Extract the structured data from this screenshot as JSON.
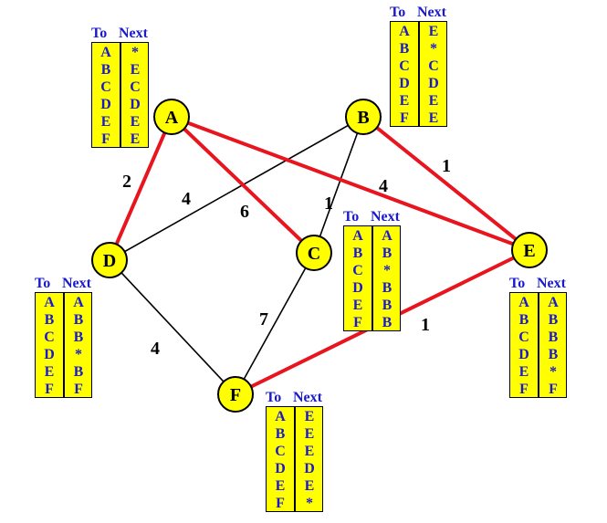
{
  "nodes": [
    {
      "id": "A",
      "label": "A"
    },
    {
      "id": "B",
      "label": "B"
    },
    {
      "id": "C",
      "label": "C"
    },
    {
      "id": "D",
      "label": "D"
    },
    {
      "id": "E",
      "label": "E"
    },
    {
      "id": "F",
      "label": "F"
    }
  ],
  "edges": [
    {
      "from": "A",
      "to": "D",
      "weight": "2",
      "highlighted": true
    },
    {
      "from": "A",
      "to": "C",
      "weight": "6",
      "highlighted": true
    },
    {
      "from": "A",
      "to": "E",
      "weight": "4",
      "highlighted": true
    },
    {
      "from": "B",
      "to": "E",
      "weight": "1",
      "highlighted": true
    },
    {
      "from": "B",
      "to": "D",
      "weight": "4",
      "highlighted": false
    },
    {
      "from": "B",
      "to": "C",
      "weight": "1",
      "highlighted": false
    },
    {
      "from": "D",
      "to": "F",
      "weight": "4",
      "highlighted": false
    },
    {
      "from": "C",
      "to": "F",
      "weight": "7",
      "highlighted": false
    },
    {
      "from": "F",
      "to": "E",
      "weight": "1",
      "highlighted": true
    }
  ],
  "colors": {
    "node_fill": "#ffff00",
    "highlight_edge": "#e8141e",
    "normal_edge": "#000000",
    "table_text": "#1a1acc",
    "table_fill": "#ffff00"
  },
  "table_header": {
    "to": "To",
    "next": "Next"
  },
  "routing_tables": [
    {
      "node": "A",
      "to": [
        "A",
        "B",
        "C",
        "D",
        "E",
        "F"
      ],
      "next": [
        "*",
        "E",
        "C",
        "D",
        "E",
        "E"
      ]
    },
    {
      "node": "B",
      "to": [
        "A",
        "B",
        "C",
        "D",
        "E",
        "F"
      ],
      "next": [
        "E",
        "*",
        "C",
        "D",
        "E",
        "E"
      ]
    },
    {
      "node": "C",
      "to": [
        "A",
        "B",
        "C",
        "D",
        "E",
        "F"
      ],
      "next": [
        "A",
        "B",
        "*",
        "B",
        "B",
        "B"
      ]
    },
    {
      "node": "D",
      "to": [
        "A",
        "B",
        "C",
        "D",
        "E",
        "F"
      ],
      "next": [
        "A",
        "B",
        "B",
        "*",
        "B",
        "F"
      ]
    },
    {
      "node": "E",
      "to": [
        "A",
        "B",
        "C",
        "D",
        "E",
        "F"
      ],
      "next": [
        "A",
        "B",
        "B",
        "B",
        "*",
        "F"
      ]
    },
    {
      "node": "F",
      "to": [
        "A",
        "B",
        "C",
        "D",
        "E",
        "F"
      ],
      "next": [
        "E",
        "E",
        "E",
        "D",
        "E",
        "*"
      ]
    }
  ]
}
